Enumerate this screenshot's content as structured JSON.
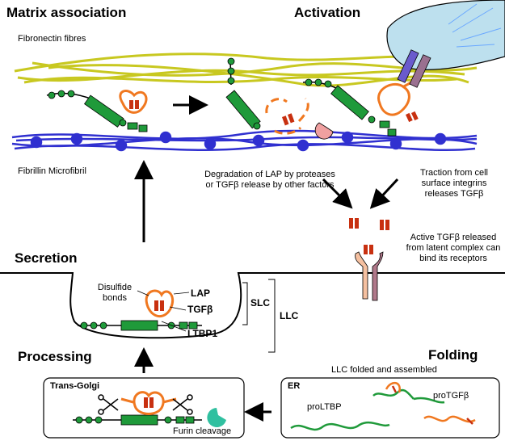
{
  "sections": {
    "matrix_association": "Matrix association",
    "activation": "Activation",
    "secretion": "Secretion",
    "processing": "Processing",
    "folding": "Folding"
  },
  "labels": {
    "fibronectin": "Fibronectin fibres",
    "fibrillin": "Fibrillin Microfibril",
    "degradation": "Degradation of LAP by proteases or TGFβ release by other factors",
    "traction": "Traction from cell surface integrins releases TGFβ",
    "active": "Active TGFβ released from latent complex can bind its receptors",
    "disulfide": "Disulfide bonds",
    "lap": "LAP",
    "tgfb": "TGFβ",
    "ltbp1": "LTBP1",
    "slc": "SLC",
    "llc": "LLC",
    "llc_folded": "LLC folded and assembled",
    "er": "ER",
    "proltbp": "proLTBP",
    "protgfb": "proTGFβ",
    "trans_golgi": "Trans-Golgi",
    "furin": "Furin cleavage"
  },
  "colors": {
    "fibronectin": "#c8c820",
    "fibrillin": "#3030d0",
    "ltbp": "#1f9a3a",
    "lap": "#f07820",
    "tgfb": "#c83010",
    "protease": "#f0a0a0",
    "furin": "#30c0a0",
    "cell": "#bde0ee",
    "integrin_a": "#6a5acd",
    "integrin_b": "#9a7090"
  }
}
